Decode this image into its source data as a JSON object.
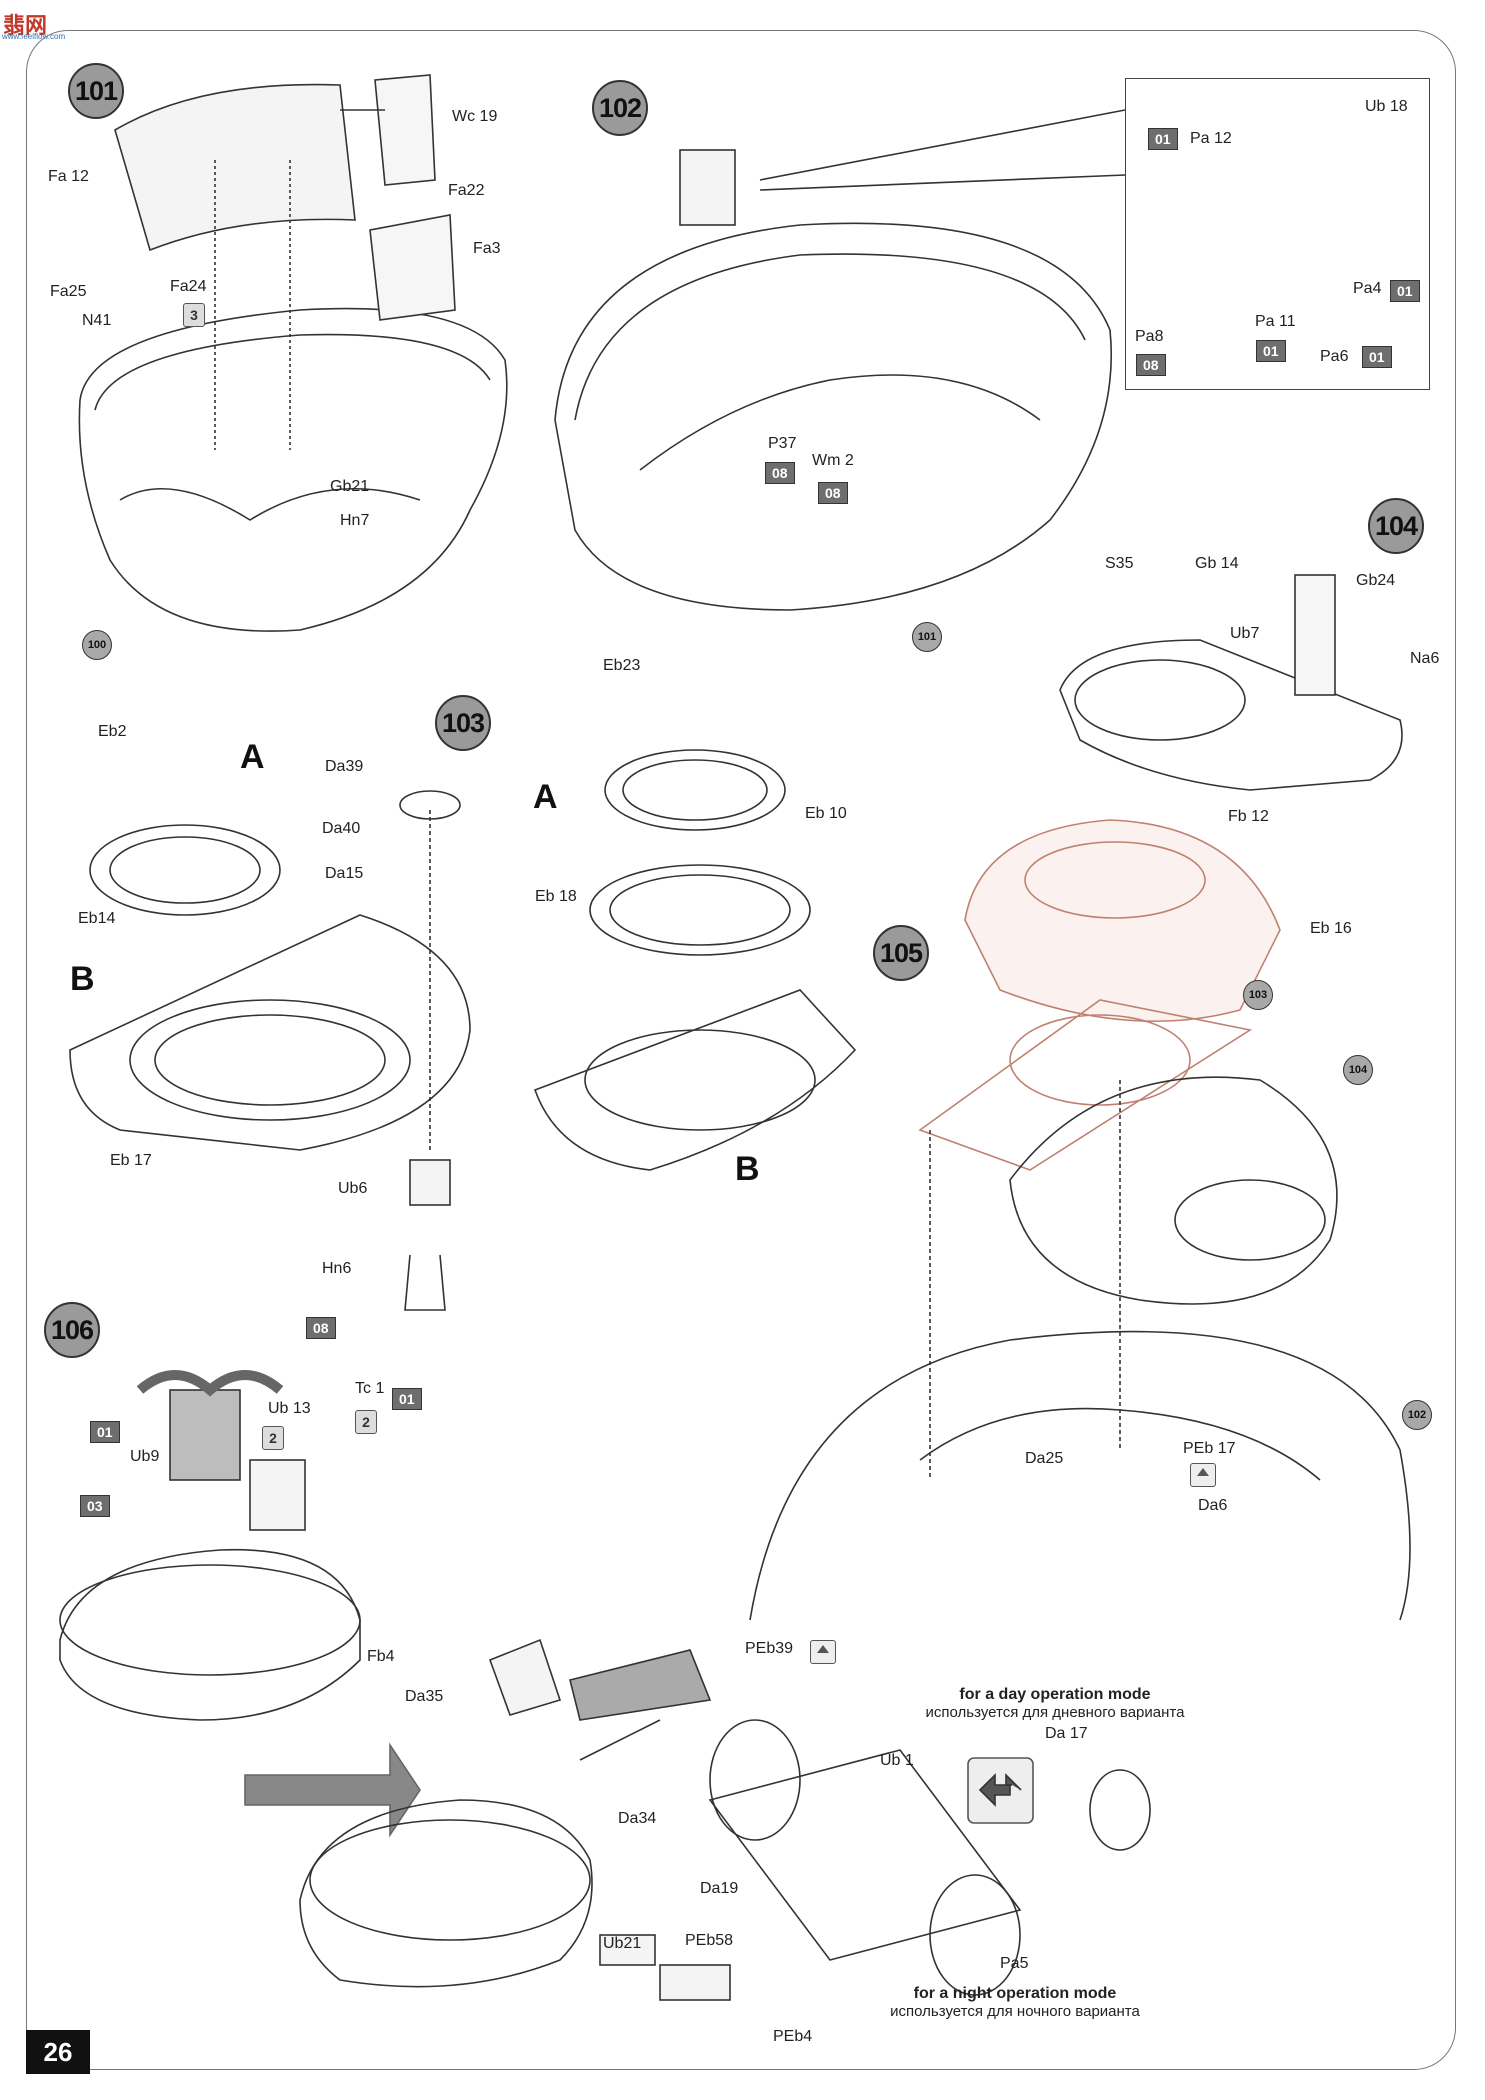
{
  "watermark": {
    "title": "翡网",
    "sub": "www.feelflow.com"
  },
  "page_number": "26",
  "steps": {
    "s101": "101",
    "s102": "102",
    "s103": "103",
    "s104": "104",
    "s105": "105",
    "s106": "106"
  },
  "refs": {
    "r100": "100",
    "r101": "101",
    "r103": "103",
    "r104": "104",
    "r102": "102"
  },
  "letters": {
    "a": "A",
    "b": "B"
  },
  "parts": {
    "Wc19": "Wc 19",
    "Fa12": "Fa 12",
    "Fa22": "Fa22",
    "Fa3": "Fa3",
    "Fa25": "Fa25",
    "Fa24": "Fa24",
    "N41": "N41",
    "Gb21": "Gb21",
    "Hn7": "Hn7",
    "Pa12": "Pa 12",
    "Ub18": "Ub 18",
    "Pa4": "Pa4",
    "Pa8": "Pa8",
    "Pa11": "Pa 11",
    "Pa6": "Pa6",
    "P37": "P37",
    "Wm2": "Wm 2",
    "S35": "S35",
    "Gb14": "Gb 14",
    "Gb24": "Gb24",
    "Ub7": "Ub7",
    "Na6": "Na6",
    "Fb12": "Fb 12",
    "Eb2": "Eb2",
    "Eb14": "Eb14",
    "Da39": "Da39",
    "Da40": "Da40",
    "Da15": "Da15",
    "Eb17": "Eb 17",
    "Ub6": "Ub6",
    "Hn6": "Hn6",
    "Eb23": "Eb23",
    "Eb10": "Eb 10",
    "Eb18": "Eb 18",
    "Eb16": "Eb 16",
    "Da25": "Da25",
    "PEb17": "PEb 17",
    "Da6": "Da6",
    "Ub13": "Ub 13",
    "Tc1": "Tc 1",
    "Ub9": "Ub9",
    "Fb4": "Fb4",
    "Da35": "Da35",
    "PEb39": "PEb39",
    "Ub1": "Ub 1",
    "Da17": "Da 17",
    "Da34": "Da34",
    "Da19": "Da19",
    "Ub21": "Ub21",
    "PEb58": "PEb58",
    "Pa5": "Pa5",
    "PEb4": "PEb4"
  },
  "badges": {
    "b01a": "01",
    "b01b": "01",
    "b08a": "08",
    "b01c": "01",
    "b01d": "01",
    "b08b": "08",
    "b08c": "08",
    "b08d": "08",
    "b01e": "01",
    "b01f": "01",
    "b03": "03"
  },
  "qty": {
    "q3": "3",
    "q2a": "2",
    "q2b": "2"
  },
  "notes": {
    "day_en": "for a day operation mode",
    "day_ru": "используется для дневного варианта",
    "night_en": "for a night operation mode",
    "night_ru": "используется для ночного варианта"
  }
}
